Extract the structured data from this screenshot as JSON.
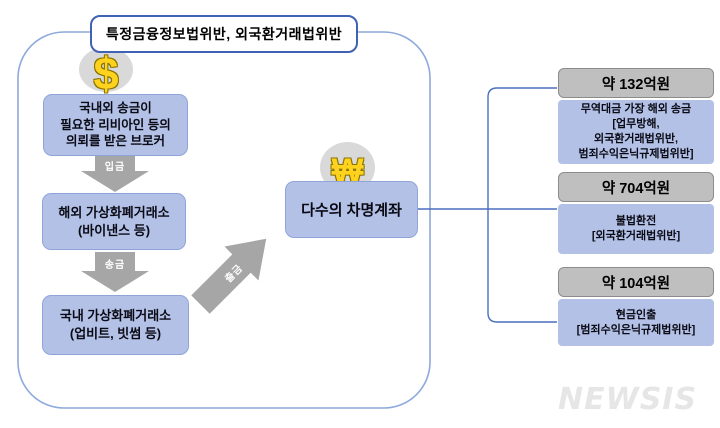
{
  "title": {
    "label": "특정금융정보법위반, 외국환거래법위반"
  },
  "flow": {
    "broker": "국내외 송금이\n필요한 리비아인 등의\n의뢰를 받은 브로커",
    "overseas_exchange": "해외 가상화폐거래소\n(바이낸스 등)",
    "domestic_exchange": "국내 가상화폐거래소\n(업비트, 빗썸 등)",
    "accounts": "다수의 차명계좌",
    "arrow_deposit_label": "입금",
    "arrow_remit_label": "송금",
    "arrow_withdraw_label": "출금",
    "dollar_symbol": "$",
    "won_symbol": "₩"
  },
  "results": [
    {
      "amount": "약 132억원",
      "desc": "무역대금 가장 해외 송금\n[업무방해,\n외국환거래법위반,\n범죄수익은닉규제법위반]"
    },
    {
      "amount": "약 704억원",
      "desc": "불법환전\n[외국환거래법위반]"
    },
    {
      "amount": "약 104억원",
      "desc": "현금인출\n[범죄수익은닉규제법위반]"
    }
  ],
  "watermark": "NEWSIS",
  "colors": {
    "box_fill": "#b3c1e7",
    "box_border": "#8fa5d9",
    "container_border": "#8ea9db",
    "header_fill": "#bfbfbf",
    "arrow_gray": "#a6a6a6",
    "connector_blue": "#4a6fbf",
    "coin_gray": "#d9d9d9",
    "coin_yellow": "#ffd21e"
  }
}
